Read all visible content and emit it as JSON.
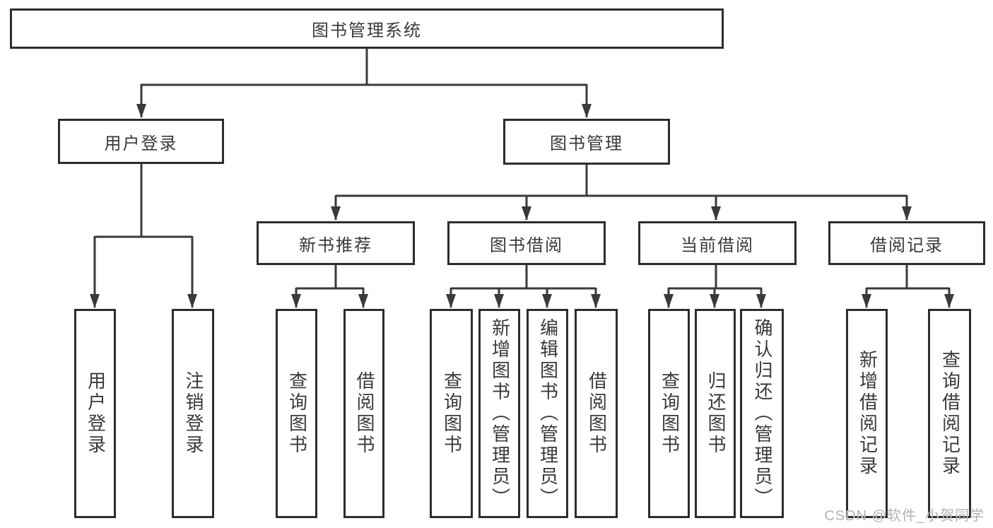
{
  "tree": {
    "label": "图书管理系统",
    "children": [
      {
        "label": "用户登录",
        "children": [
          {
            "label": "用户登录"
          },
          {
            "label": "注销登录"
          }
        ]
      },
      {
        "label": "图书管理",
        "children": [
          {
            "label": "新书推荐",
            "children": [
              {
                "label": "查询图书"
              },
              {
                "label": "借阅图书"
              }
            ]
          },
          {
            "label": "图书借阅",
            "children": [
              {
                "label": "查询图书"
              },
              {
                "label": "新增图书（管理员）"
              },
              {
                "label": "编辑图书（管理员）"
              },
              {
                "label": "借阅图书"
              }
            ]
          },
          {
            "label": "当前借阅",
            "children": [
              {
                "label": "查询图书"
              },
              {
                "label": "归还图书"
              },
              {
                "label": "确认归还（管理员）"
              }
            ]
          },
          {
            "label": "借阅记录",
            "children": [
              {
                "label": "新增借阅记录"
              },
              {
                "label": "查询借阅记录"
              }
            ]
          }
        ]
      }
    ]
  },
  "watermark": "CSDN @软件_小贺同学",
  "colors": {
    "border": "#2d2d2d",
    "line": "#3a3a3a",
    "text": "#3a3a3a",
    "watermark": "#b3b3b3"
  }
}
